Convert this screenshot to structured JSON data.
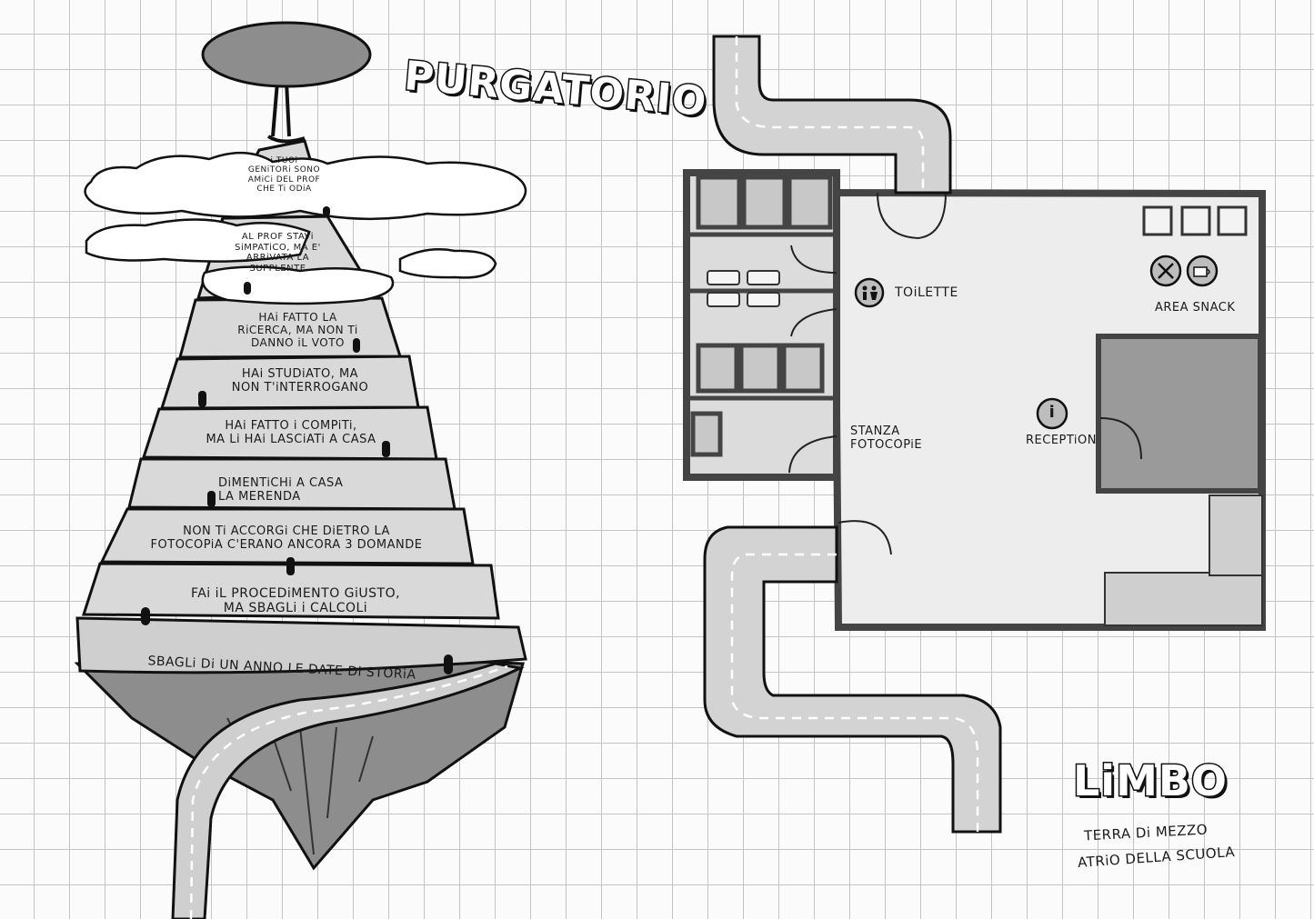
{
  "purgatorio": {
    "title": "PURGATORIO",
    "levels": [
      {
        "line1": "i TUOi",
        "line2": "GENiTORi SONO",
        "line3": "AMiCi DEL PROF",
        "line4": "CHE Ti ODiA"
      },
      {
        "line1": "AL PROF STAVi",
        "line2": "SiMPATiCO, MA E'",
        "line3": "ARRiVATA LA",
        "line4": "SUPPLENTE"
      },
      {
        "line1": "HAi FATTO LA",
        "line2": "RiCERCA, MA NON Ti",
        "line3": "DANNO iL VOTO"
      },
      {
        "line1": "HAi STUDiATO, MA",
        "line2": "NON T'iNTERROGANO"
      },
      {
        "line1": "HAi FATTO i COMPiTi,",
        "line2": "MA Li HAi LASCiATi A CASA"
      },
      {
        "line1": "DiMENTiCHi A CASA",
        "line2": "LA MERENDA"
      },
      {
        "line1": "NON Ti ACCORGi CHE DiETRO LA",
        "line2": "FOTOCOPiA C'ERANO ANCORA 3 DOMANDE"
      },
      {
        "line1": "FAi iL PROCEDiMENTO GiUSTO,",
        "line2": "MA SBAGLi i CALCOLi"
      },
      {
        "line1": "SBAGLi Di UN ANNO LE DATE Di STORiA"
      }
    ]
  },
  "limbo": {
    "title": "LiMBO",
    "subtitle_1": "TERRA Di MEZZO",
    "subtitle_2": "ATRiO DELLA SCUOLA",
    "rooms": {
      "toilette": "TOiLETTE",
      "area_snack": "AREA SNACK",
      "stanza_line1": "STANZA",
      "stanza_line2": "FOTOCOPiE",
      "reception": "RECEPTiON",
      "info_icon_glyph": "i"
    }
  },
  "colors": {
    "ink": "#1a1a1a",
    "floor": "#ededed",
    "wall": "#555555",
    "rock": "#8d8d8d",
    "mountain": "#d9d9d9",
    "road": "#cfcfcf"
  }
}
